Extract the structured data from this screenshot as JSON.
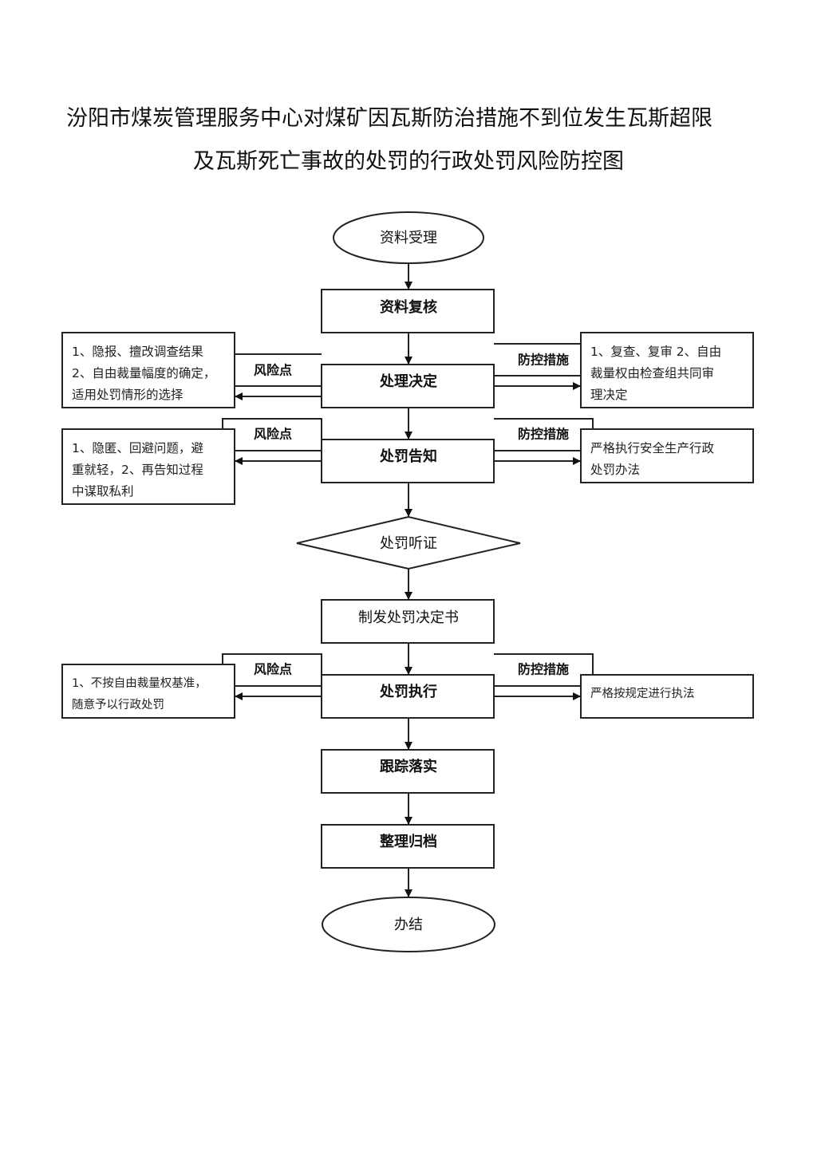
{
  "title": {
    "line1": "汾阳市煤炭管理服务中心对煤矿因瓦斯防治措施不到位发生瓦斯超限",
    "line2": "及瓦斯死亡事故的处罚的行政处罚风险防控图"
  },
  "nodes": {
    "start": "资料受理",
    "review": "资料复核",
    "decision": "处理决定",
    "notice": "处罚告知",
    "hearing": "处罚听证",
    "issue": "制发处罚决定书",
    "execute": "处罚执行",
    "track": "跟踪落实",
    "archive": "整理归档",
    "end": "办结"
  },
  "labels": {
    "risk": "风险点",
    "control": "防控措施"
  },
  "risk_points": {
    "decision": [
      "1、隐报、擅改调查结果",
      "2、自由裁量幅度的确定，",
      "适用处罚情形的选择"
    ],
    "notice": [
      "1、隐匿、回避问题，避",
      "重就轻，2、再告知过程",
      "中谋取私利"
    ],
    "execute": [
      "1、不按自由裁量权基准，",
      "随意予以行政处罚"
    ]
  },
  "controls": {
    "decision": [
      "1、复查、复审 2、自由",
      "裁量权由检查组共同审",
      "理决定"
    ],
    "notice": [
      "严格执行安全生产行政",
      "处罚办法"
    ],
    "execute": [
      "严格按规定进行执法"
    ]
  }
}
